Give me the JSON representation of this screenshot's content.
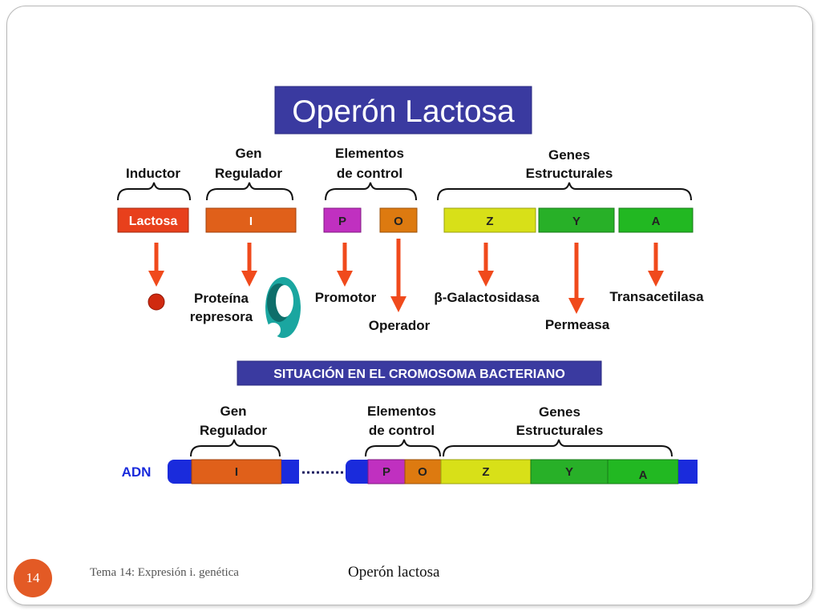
{
  "title": "Operón Lactosa",
  "top": {
    "group_inductor": "Inductor",
    "group_gen_regulador": [
      "Gen",
      "Regulador"
    ],
    "group_elementos": [
      "Elementos",
      "de control"
    ],
    "group_genes": [
      "Genes",
      "Estructurales"
    ],
    "box_lactosa": "Lactosa",
    "box_i": "I",
    "box_p": "P",
    "box_o": "O",
    "box_z": "Z",
    "box_y": "Y",
    "box_a": "A",
    "product_proteina": [
      "Proteína",
      "represora"
    ],
    "product_promotor": "Promotor",
    "product_operador": "Operador",
    "product_galactosidasa": "β-Galactosidasa",
    "product_permeasa": "Permeasa",
    "product_transacetilasa": "Transacetilasa"
  },
  "subtitle": "SITUACIÓN EN EL CROMOSOMA BACTERIANO",
  "bottom": {
    "group_gen_regulador": [
      "Gen",
      "Regulador"
    ],
    "group_elementos": [
      "Elementos",
      "de control"
    ],
    "group_genes": [
      "Genes",
      "Estructurales"
    ],
    "adn": "ADN",
    "seg_i": "I",
    "seg_p": "P",
    "seg_o": "O",
    "seg_z": "Z",
    "seg_y": "Y",
    "seg_a": "A"
  },
  "footer": {
    "page_number": "14",
    "left_text": "Tema 14: Expresión i. genética",
    "title": "Operón lactosa"
  },
  "colors": {
    "title_bg": "#3a3aa0",
    "lactosa": "#e8401c",
    "i": "#e0601a",
    "p": "#c030c0",
    "o": "#dd7a10",
    "z": "#d8e018",
    "y": "#28b028",
    "a": "#22b822",
    "arrow": "#f04a1c",
    "dna_blue": "#1a2bdc",
    "repressor": "#1aa6a0"
  }
}
